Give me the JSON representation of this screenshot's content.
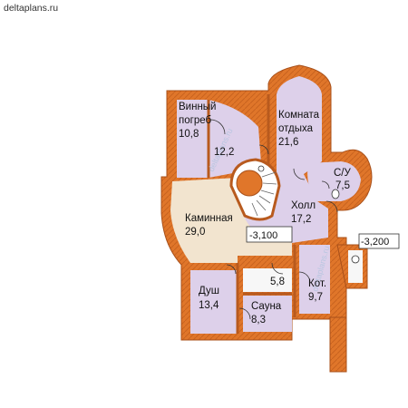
{
  "site": "deltaplans.ru",
  "watermark": "deltaplans.ru",
  "colors": {
    "wall": "#e0762a",
    "wall_dark": "#b85a1e",
    "room_lilac": "#ddd0ea",
    "room_beige": "#f2e4cf",
    "room_white": "#f7f7f7",
    "door": "#333333"
  },
  "rooms": [
    {
      "id": "wine",
      "line1": "Винный",
      "line2": "погреб",
      "area": "10,8"
    },
    {
      "id": "stair",
      "line1": "",
      "line2": "",
      "area": "12,2"
    },
    {
      "id": "rest",
      "line1": "Комната",
      "line2": "отдыха",
      "area": "21,6"
    },
    {
      "id": "wc",
      "line1": "С/У",
      "line2": "",
      "area": "7,5"
    },
    {
      "id": "hall",
      "line1": "Холл",
      "line2": "",
      "area": "17,2"
    },
    {
      "id": "fire",
      "line1": "Каминная",
      "line2": "",
      "area": "29,0"
    },
    {
      "id": "shower",
      "line1": "Душ",
      "line2": "",
      "area": "13,4"
    },
    {
      "id": "small",
      "line1": "",
      "line2": "",
      "area": "5,8"
    },
    {
      "id": "sauna",
      "line1": "Сауна",
      "line2": "",
      "area": "8,3"
    },
    {
      "id": "boiler",
      "line1": "Кот.",
      "line2": "",
      "area": "9,7"
    }
  ],
  "levels": [
    "-3,100",
    "-3,200"
  ]
}
